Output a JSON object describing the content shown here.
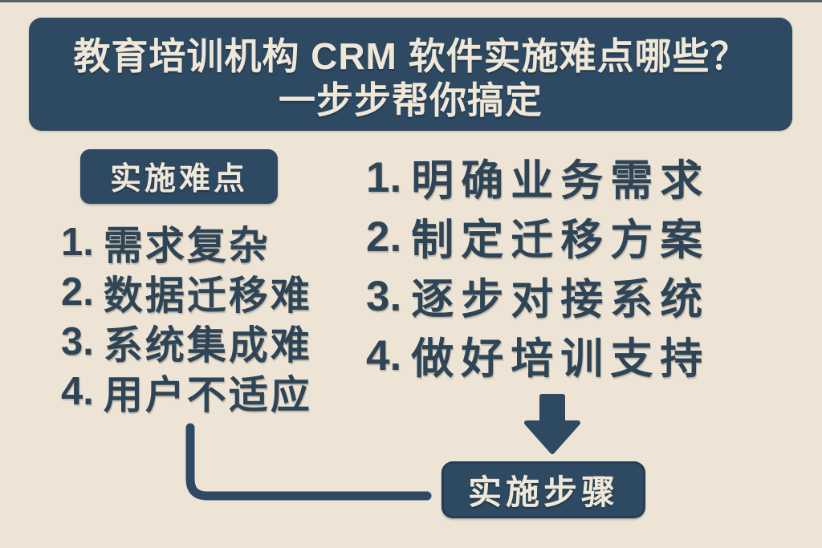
{
  "colors": {
    "bg": "#EDE4D5",
    "navy": "#2E4A63",
    "ink": "#2E4557",
    "cream": "#EFE7D8"
  },
  "title": {
    "line1": "教育培训机构 CRM 软件实施难点哪些？",
    "line2": "一步步帮你搞定"
  },
  "difficulties": {
    "badge_label": "实施难点",
    "items": [
      {
        "num": "1.",
        "text": "需求复杂"
      },
      {
        "num": "2.",
        "text": "数据迁移难"
      },
      {
        "num": "3.",
        "text": "系统集成难"
      },
      {
        "num": "4.",
        "text": "用户不适应"
      }
    ]
  },
  "steps": {
    "badge_label": "实施步骤",
    "items": [
      {
        "num": "1.",
        "text": "明确业务需求"
      },
      {
        "num": "2.",
        "text": "制定迁移方案"
      },
      {
        "num": "3.",
        "text": "逐步对接系统"
      },
      {
        "num": "4.",
        "text": "做好培训支持"
      }
    ]
  },
  "icons": {
    "down_arrow": "down-arrow",
    "connector": "elbow-connector-line"
  }
}
